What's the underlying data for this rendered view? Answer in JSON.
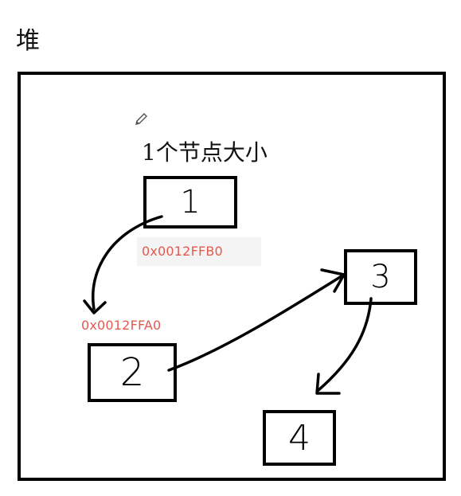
{
  "title": "堆",
  "caption": "1个节点大小",
  "nodes": [
    {
      "id": "1",
      "label": "1"
    },
    {
      "id": "2",
      "label": "2"
    },
    {
      "id": "3",
      "label": "3"
    },
    {
      "id": "4",
      "label": "4"
    }
  ],
  "addresses": {
    "node1_addr": "0x0012FFB0",
    "node2_addr": "0x0012FFA0"
  },
  "colors": {
    "address_text": "#e45a50",
    "stroke": "#000000"
  },
  "icons": {
    "cursor": "pencil-icon"
  }
}
